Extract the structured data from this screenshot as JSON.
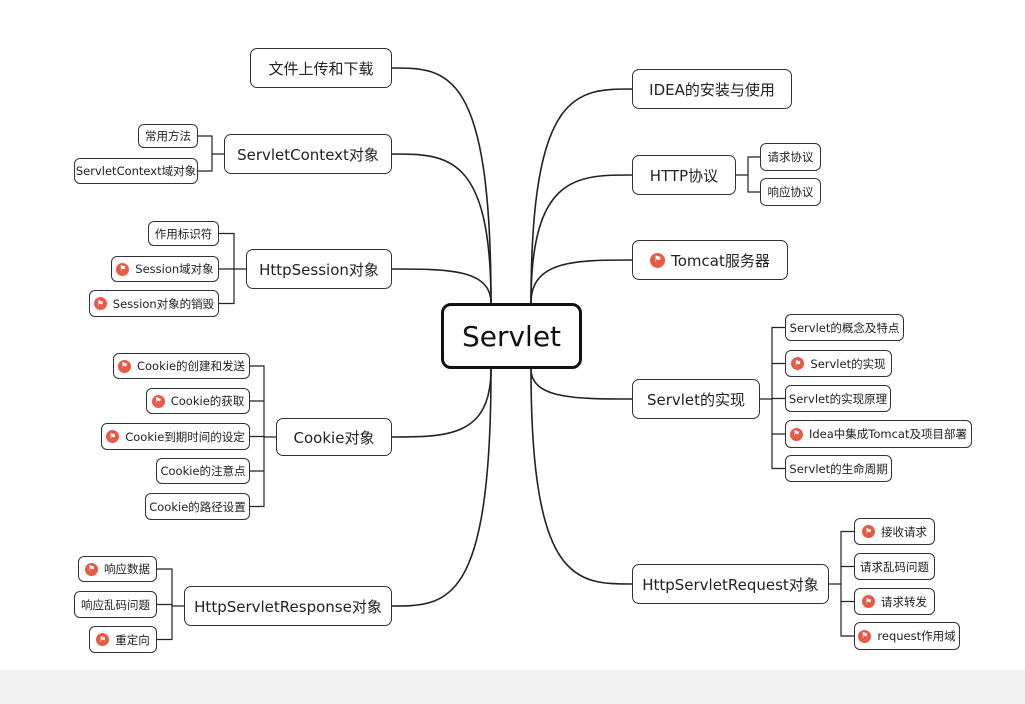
{
  "root": {
    "label": "Servlet"
  },
  "left": [
    {
      "label": "文件上传和下载",
      "children": []
    },
    {
      "label": "ServletContext对象",
      "children": [
        {
          "label": "常用方法",
          "flag": false
        },
        {
          "label": "ServletContext域对象",
          "flag": false
        }
      ]
    },
    {
      "label": "HttpSession对象",
      "children": [
        {
          "label": "作用标识符",
          "flag": false
        },
        {
          "label": "Session域对象",
          "flag": true
        },
        {
          "label": "Session对象的销毁",
          "flag": true
        }
      ]
    },
    {
      "label": "Cookie对象",
      "children": [
        {
          "label": "Cookie的创建和发送",
          "flag": true
        },
        {
          "label": "Cookie的获取",
          "flag": true
        },
        {
          "label": "Cookie到期时间的设定",
          "flag": true
        },
        {
          "label": "Cookie的注意点",
          "flag": false
        },
        {
          "label": "Cookie的路径设置",
          "flag": false
        }
      ]
    },
    {
      "label": "HttpServletResponse对象",
      "children": [
        {
          "label": "响应数据",
          "flag": true
        },
        {
          "label": "响应乱码问题",
          "flag": false
        },
        {
          "label": "重定向",
          "flag": true
        }
      ]
    }
  ],
  "right": [
    {
      "label": "IDEA的安装与使用",
      "flag": false,
      "children": []
    },
    {
      "label": "HTTP协议",
      "flag": false,
      "children": [
        {
          "label": "请求协议",
          "flag": false
        },
        {
          "label": "响应协议",
          "flag": false
        }
      ]
    },
    {
      "label": "Tomcat服务器",
      "flag": true,
      "children": []
    },
    {
      "label": "Servlet的实现",
      "flag": false,
      "children": [
        {
          "label": "Servlet的概念及特点",
          "flag": false
        },
        {
          "label": "Servlet的实现",
          "flag": true
        },
        {
          "label": "Servlet的实现原理",
          "flag": false
        },
        {
          "label": "Idea中集成Tomcat及项目部署",
          "flag": true
        },
        {
          "label": "Servlet的生命周期",
          "flag": false
        }
      ]
    },
    {
      "label": "HttpServletRequest对象",
      "flag": false,
      "children": [
        {
          "label": "接收请求",
          "flag": true
        },
        {
          "label": "请求乱码问题",
          "flag": false
        },
        {
          "label": "请求转发",
          "flag": true
        },
        {
          "label": "request作用域",
          "flag": true
        }
      ]
    }
  ],
  "icons": {
    "flag": "flag-icon"
  },
  "colors": {
    "flag": "#e85a45",
    "line": "#222222"
  }
}
